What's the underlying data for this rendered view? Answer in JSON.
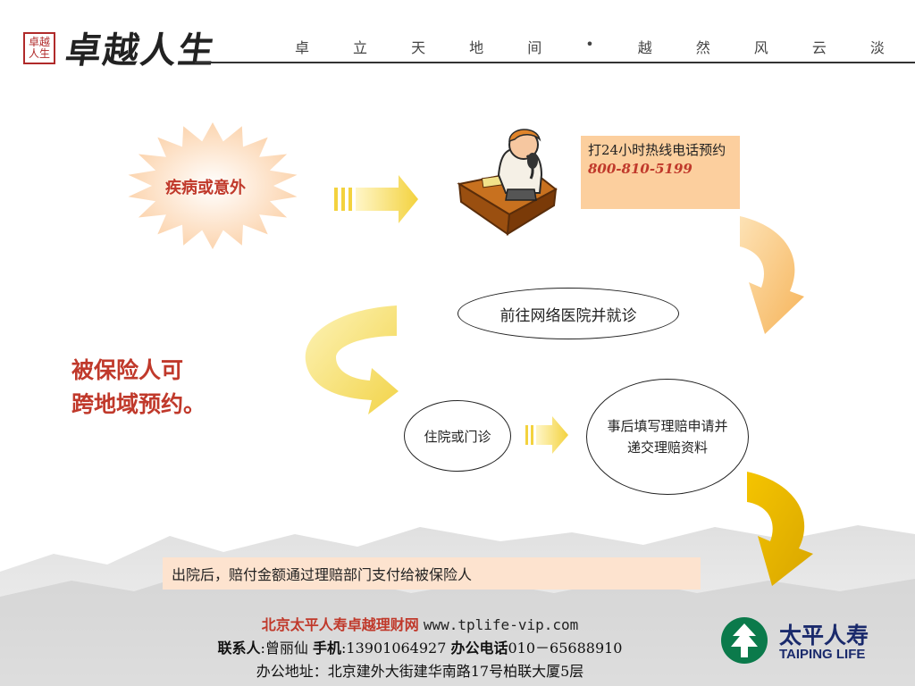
{
  "header": {
    "seal_text": "卓越人生",
    "brand": "卓越人生",
    "slogan": [
      "卓",
      "立",
      "天",
      "地",
      "间",
      "•",
      "越",
      "然",
      "风",
      "云",
      "淡"
    ]
  },
  "flow": {
    "trigger": "疾病或意外",
    "hotline_prefix": "打24小时热线电话预约",
    "hotline_number": "800-810-5199",
    "hospital": "前往网络医院并就诊",
    "inpatient": "住院或门诊",
    "claim": "事后填写理赔申请并递交理赔资料",
    "discharge": "出院后，赔付金额通过理赔部门支付给被保险人"
  },
  "note": {
    "line1": "被保险人可",
    "line2": "跨地域预约。"
  },
  "footer": {
    "company": "北京太平人寿卓越理财网",
    "url": "www.tplife-vip.com",
    "contact_label": "联系人",
    "contact_name": ":曾丽仙 ",
    "mobile_label": "手机",
    "mobile": ":13901064927 ",
    "office_label": "办公电话",
    "office_phone": "010－65688910",
    "address": "办公地址：北京建外大街建华南路17号柏联大厦5层"
  },
  "logo": {
    "name_cn": "太平人寿",
    "name_en": "TAIPING LIFE",
    "brand_color": "#1a2a6c",
    "mark_color": "#0b7a4b"
  },
  "colors": {
    "accent_red": "#c0392b",
    "hotline_bg": "#fccf9e",
    "discharge_bg": "#fde3cf"
  }
}
